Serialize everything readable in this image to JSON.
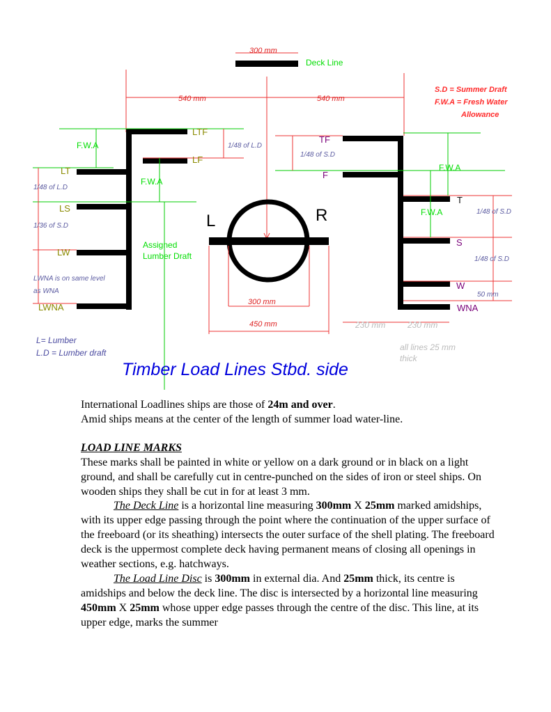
{
  "diagram": {
    "labels": {
      "deck_line": "Deck Line",
      "dim_300_top": "300 mm",
      "dim_540_left": "540 mm",
      "dim_540_right": "540 mm",
      "sd_legend": "S.D = Summer Draft",
      "fwa_legend_1": "F.W.A = Fresh Water",
      "fwa_legend_2": "Allowance",
      "ltf": "LTF",
      "lf": "LF",
      "lt": "LT",
      "ls": "LS",
      "lw": "LW",
      "lwna": "LWNA",
      "fwa_1": "F.W.A",
      "fwa_2": "F.W.A",
      "fwa_3": "F.W.A",
      "fwa_4": "F.W.A",
      "l48_ld_right": "1/48 of L.D",
      "l48_ld_left": "1/48 of L.D",
      "l36_sd": "1/36 of S.D",
      "lwna_note_1": "LWNA is on same level",
      "lwna_note_2": "as   WNA",
      "assigned_1": "Assigned",
      "assigned_2": "Lumber Draft",
      "letter_l": "L",
      "letter_r": "R",
      "tf": "TF",
      "f": "F",
      "t": "T",
      "s": "S",
      "w": "W",
      "wna": "WNA",
      "sd48_left": "1/48 of S.D",
      "sd48_right_1": "1/48 of S.D",
      "sd48_right_2": "1/48 of S.D",
      "dim_50": "50 mm",
      "dim_300_disc": "300 mm",
      "dim_450": "450 mm",
      "dim_230_1": "230 mm",
      "dim_230_2": "230 mm",
      "lumber_legend": "L= Lumber",
      "ld_legend": "L.D = Lumber draft",
      "all_lines_1": "all lines 25 mm",
      "all_lines_2": "thick",
      "title": "Timber Load Lines   Stbd. side"
    }
  },
  "text": {
    "p1_a": "International Loadlines ships are those of ",
    "p1_b": "24m and over",
    "p1_c": ".",
    "p2": "Amid ships means at the center of the length of summer load water-line.",
    "heading": "LOAD LINE  MARKS",
    "p3": "These marks shall be painted in white or yellow on a dark ground or in black on a light ground, and shall be carefully cut in centre-punched on the sides of iron or steel ships. On wooden ships they shall be cut in for at least 3 mm.",
    "deck_term": "The Deck Line",
    "deck_a": " is a horizontal line measuring ",
    "deck_b": "300mm",
    "deck_c": " X ",
    "deck_d": "25mm",
    "deck_e": " marked amidships, with its upper edge passing through the point where the continuation of the upper surface of the freeboard (or its sheathing) intersects the outer surface of the shell plating. The freeboard deck is the uppermost complete deck having permanent means of closing all openings in weather sections, e.g. hatchways.",
    "disc_term": "The Load Line Disc",
    "disc_a": " is ",
    "disc_b": "300mm",
    "disc_c": " in external dia. And ",
    "disc_d": "25mm",
    "disc_e": " thick, its centre is amidships and below the deck line. The disc is intersected by a horizontal line measuring ",
    "disc_f": "450mm",
    "disc_g": " X ",
    "disc_h": "25mm",
    "disc_i": " whose upper edge passes through the centre of the disc. This line, at its upper edge, marks the summer"
  }
}
